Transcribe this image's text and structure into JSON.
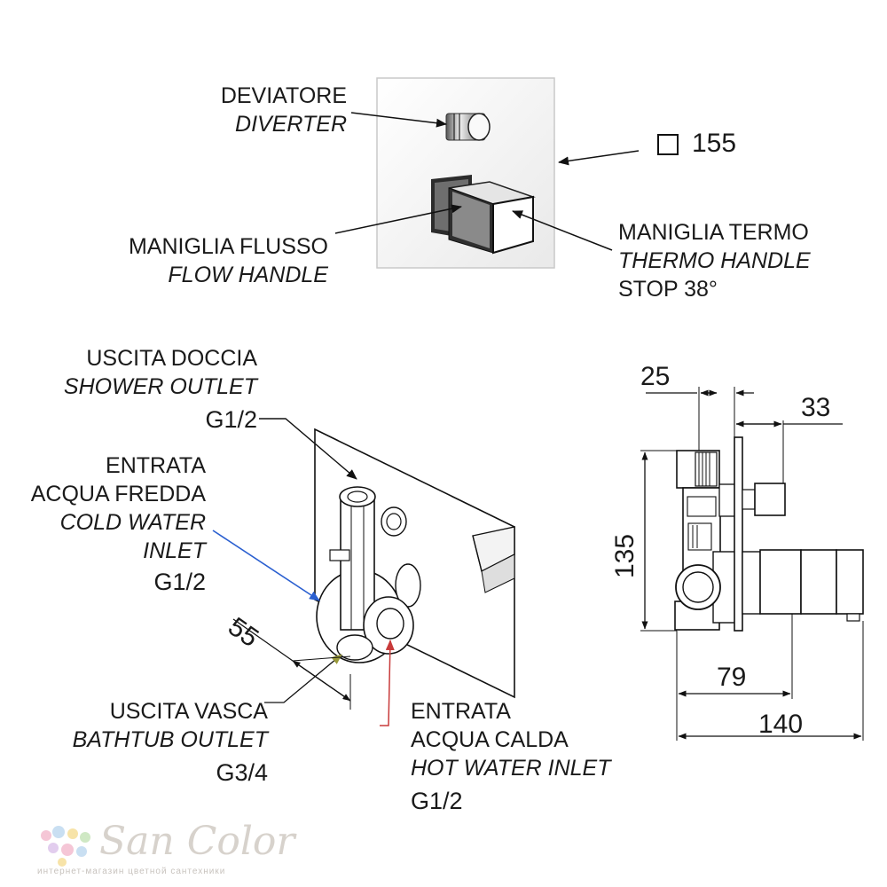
{
  "labels": {
    "diverter": {
      "line1": "DEVIATORE",
      "line2": "DIVERTER"
    },
    "square_size": "155",
    "flow_handle": {
      "line1": "MANIGLIA FLUSSO",
      "line2": "FLOW HANDLE"
    },
    "thermo_handle": {
      "line1": "MANIGLIA TERMO",
      "line2": "THERMO HANDLE",
      "line3": "STOP 38°"
    },
    "shower_outlet": {
      "line1": "USCITA DOCCIA",
      "line2": "SHOWER OUTLET",
      "line3": "G1/2"
    },
    "cold_water_inlet": {
      "line1": "ENTRATA",
      "line2": "ACQUA FREDDA",
      "line3": "COLD WATER",
      "line4": "INLET",
      "line5": "G1/2"
    },
    "bathtub_outlet": {
      "line1": "USCITA VASCA",
      "line2": "BATHTUB OUTLET",
      "line3": "G3/4"
    },
    "hot_water_inlet": {
      "line1": "ENTRATA",
      "line2": "ACQUA CALDA",
      "line3": "HOT WATER INLET",
      "line4": "G1/2"
    }
  },
  "dimensions": {
    "d55": "55",
    "d25": "25",
    "d33": "33",
    "d135": "135",
    "d79": "79",
    "d140": "140"
  },
  "logo": {
    "name": "San Color",
    "tagline": "интернет-магазин цветной сантехники",
    "dot_colors": [
      "#f5c6d6",
      "#c9dff2",
      "#f7e3a8",
      "#cfe8c4",
      "#e2cdee"
    ]
  },
  "colors": {
    "cold_arrow": "#2a5fd0",
    "hot_arrow": "#c83a3a",
    "bath_arrow": "#9a9a3a"
  }
}
